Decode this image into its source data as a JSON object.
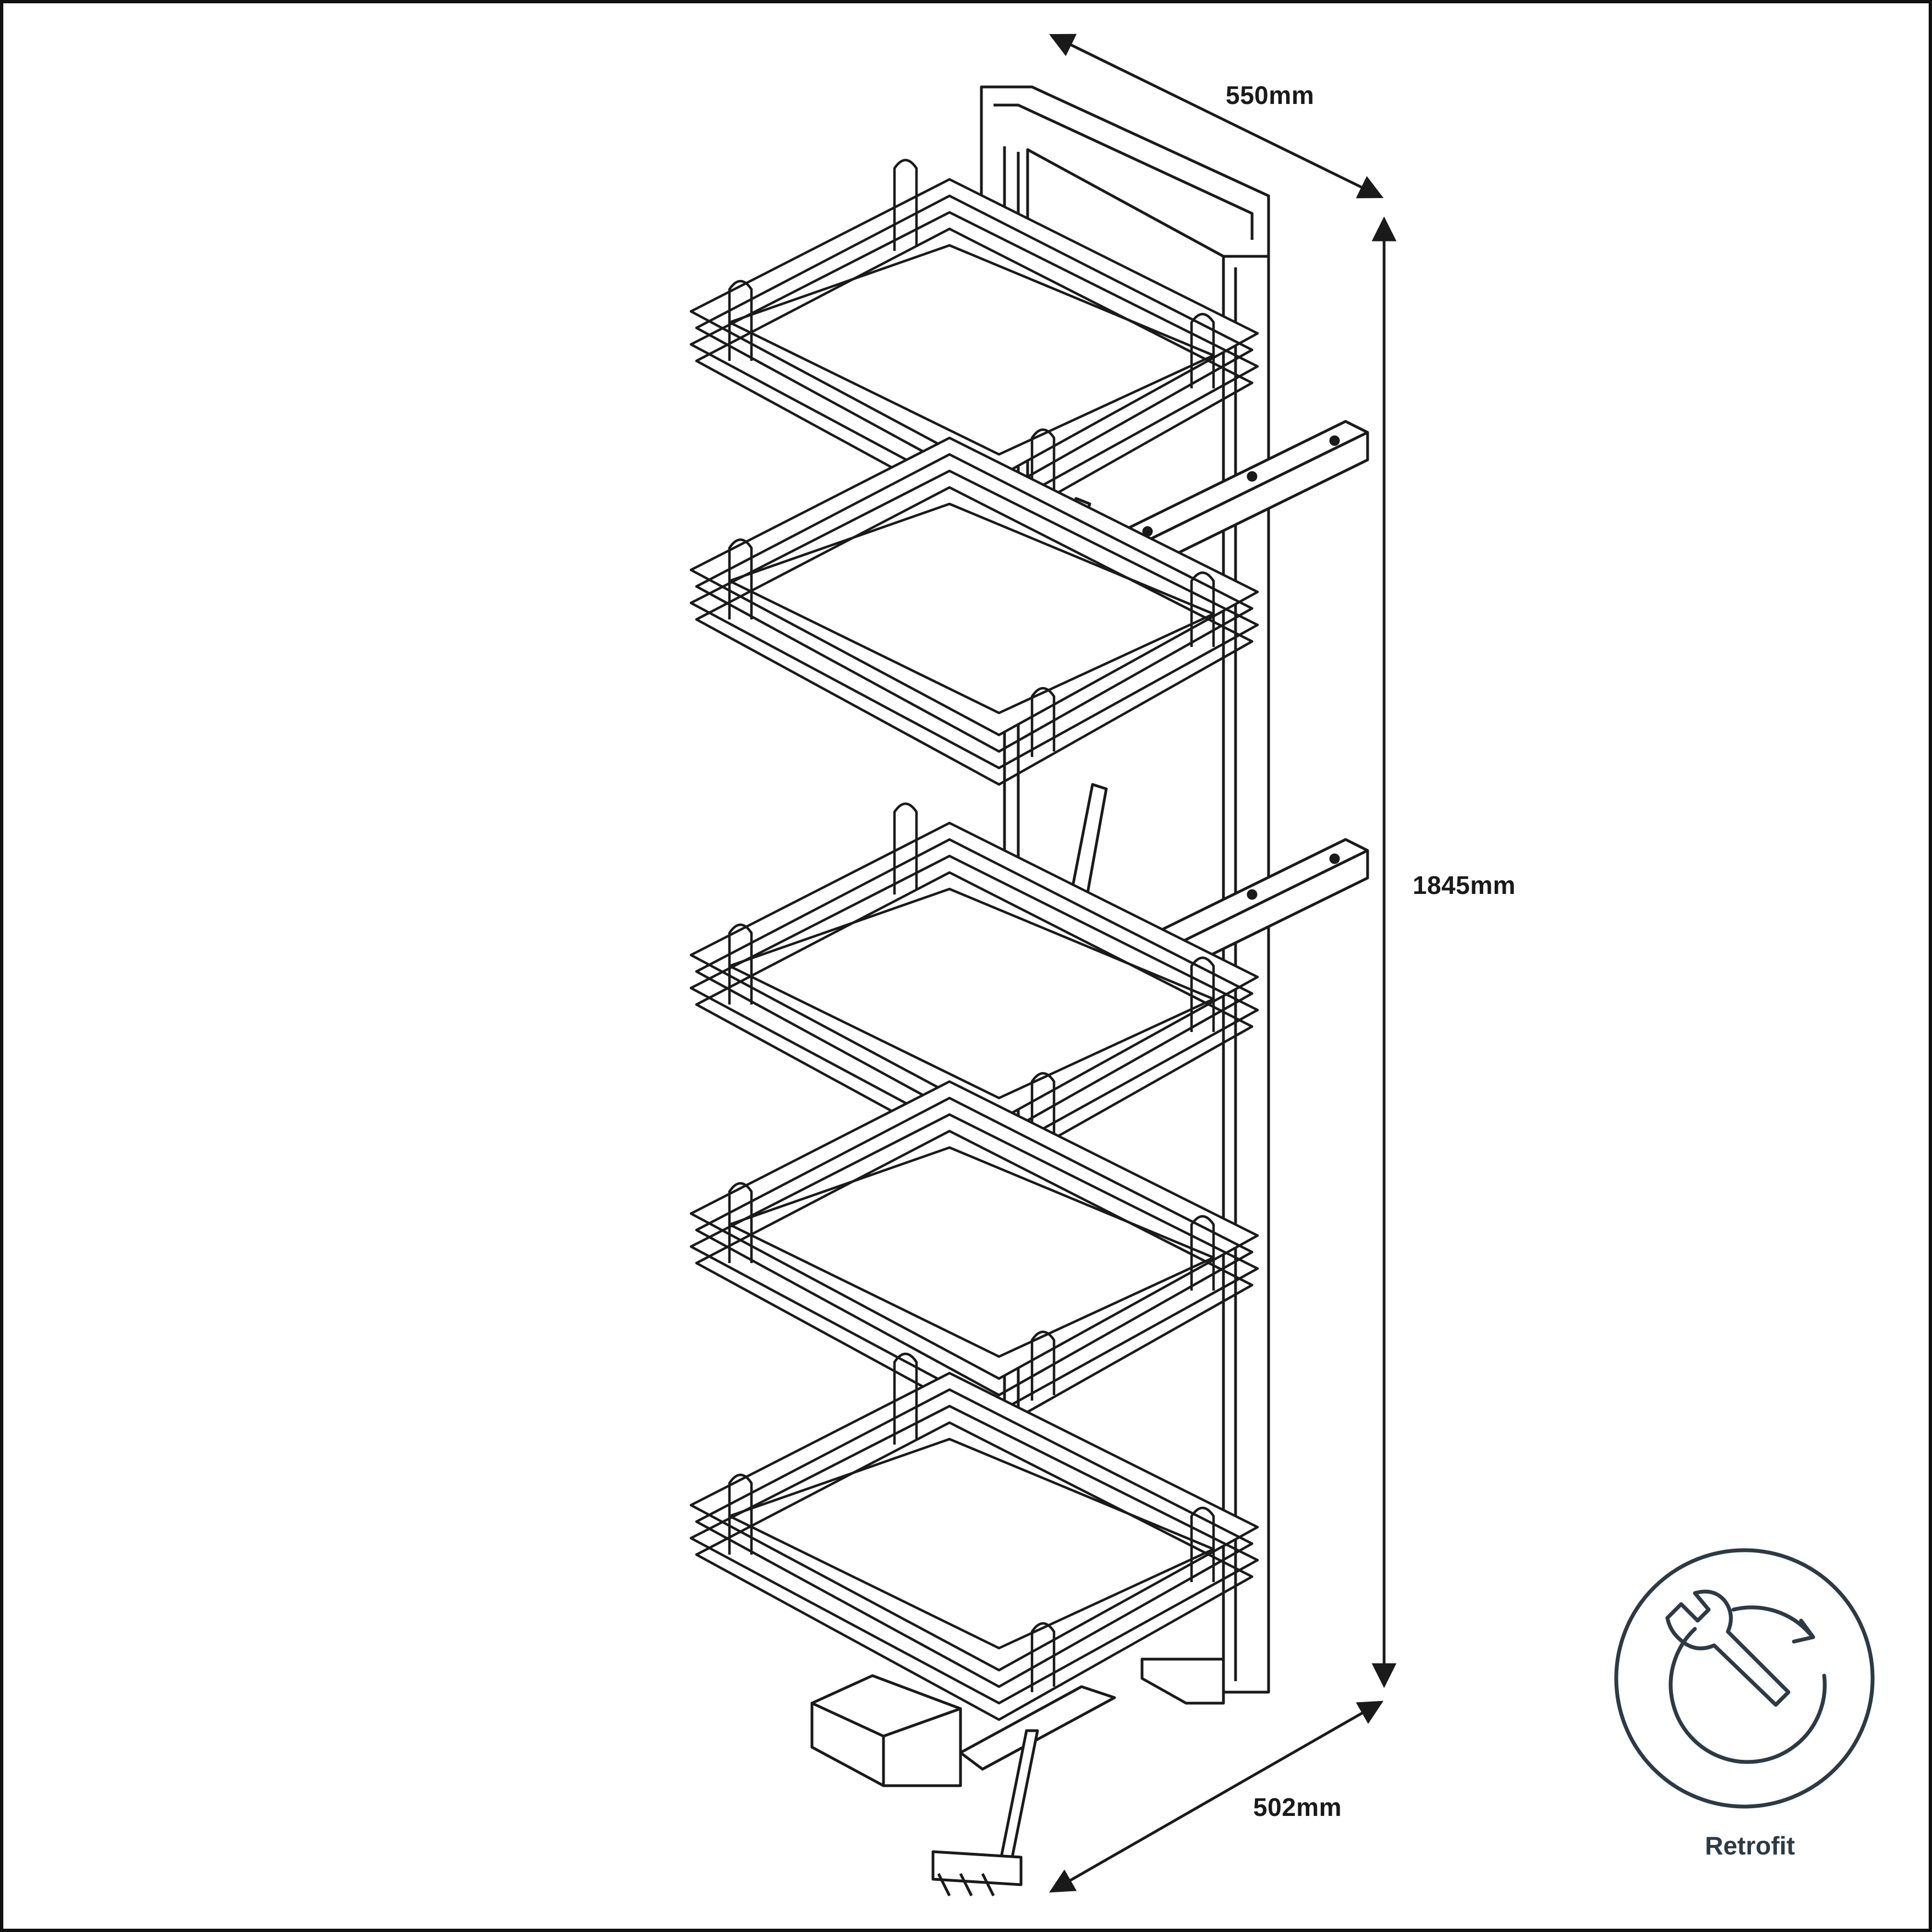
{
  "dimensions": {
    "width": "550mm",
    "height": "1845mm",
    "depth": "502mm"
  },
  "badge": {
    "label": "Retrofit",
    "icon": "wrench-rotate-icon",
    "color": "#2c3a45"
  },
  "product": {
    "baskets": 5,
    "line_color": "#1a1a1a",
    "basket_fill": "#ffffff"
  }
}
